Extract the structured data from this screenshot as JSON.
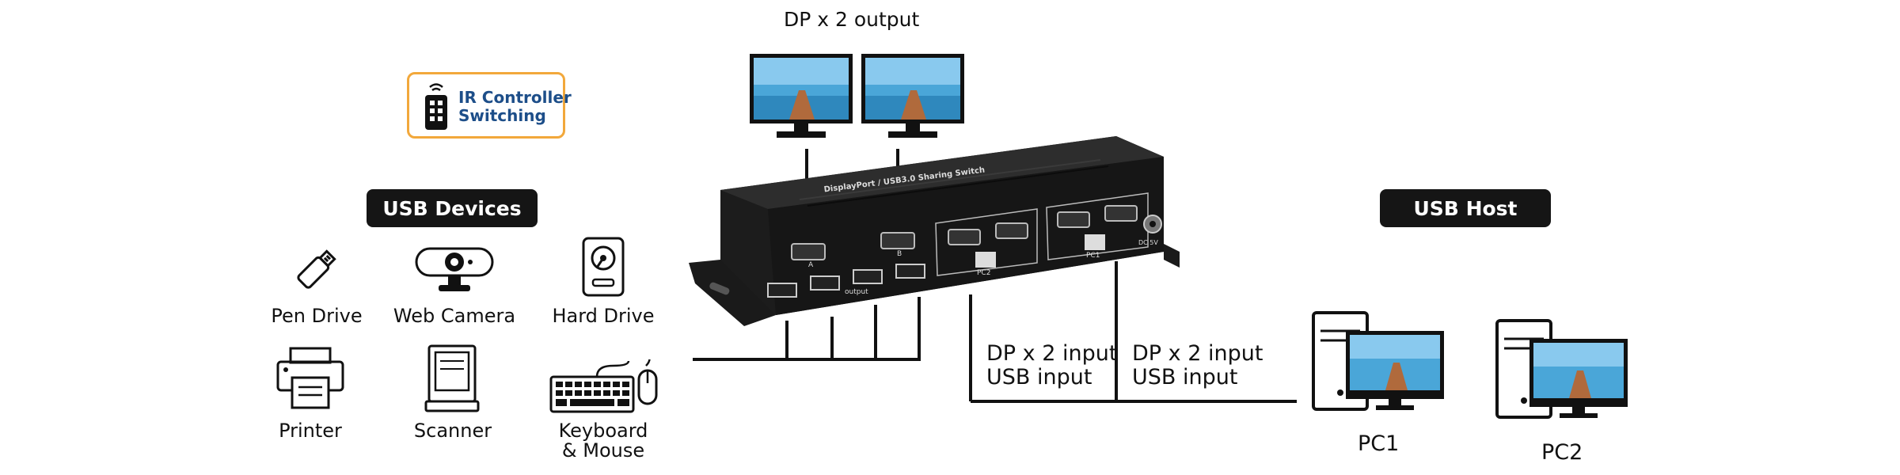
{
  "badge": {
    "label": "IR Controller\nSwitching",
    "icon": "remote-control-icon",
    "border_color": "#f2a83b",
    "text_color": "#1d4e89"
  },
  "headers": {
    "usb_devices": "USB Devices",
    "usb_host": "USB Host",
    "dp_output": "DP x 2 output"
  },
  "devices": [
    {
      "label": "Pen Drive",
      "icon": "usb-drive-icon"
    },
    {
      "label": "Web Camera",
      "icon": "webcam-icon"
    },
    {
      "label": "Hard Drive",
      "icon": "hard-drive-icon"
    },
    {
      "label": "Printer",
      "icon": "printer-icon"
    },
    {
      "label": "Scanner",
      "icon": "scanner-icon"
    },
    {
      "label": "Keyboard\n& Mouse",
      "icon": "keyboard-mouse-icon"
    }
  ],
  "inputs": [
    {
      "line1": "DP x 2 input",
      "line2": "USB input"
    },
    {
      "line1": "DP x 2 input",
      "line2": "USB input"
    }
  ],
  "hosts": [
    {
      "label": "PC1",
      "icon": "desktop-pc-icon"
    },
    {
      "label": "PC2",
      "icon": "desktop-pc-icon"
    }
  ],
  "switch": {
    "top_label": "DisplayPort / USB3.0 Sharing Switch",
    "port_labels": {
      "a": "A",
      "b": "B",
      "pc1": "PC1",
      "pc2": "PC2",
      "output": "output",
      "dc": "DC 5V"
    }
  },
  "colors": {
    "pill_bg": "#151515",
    "line": "#111111",
    "switch_body": "#1c1c1c"
  }
}
